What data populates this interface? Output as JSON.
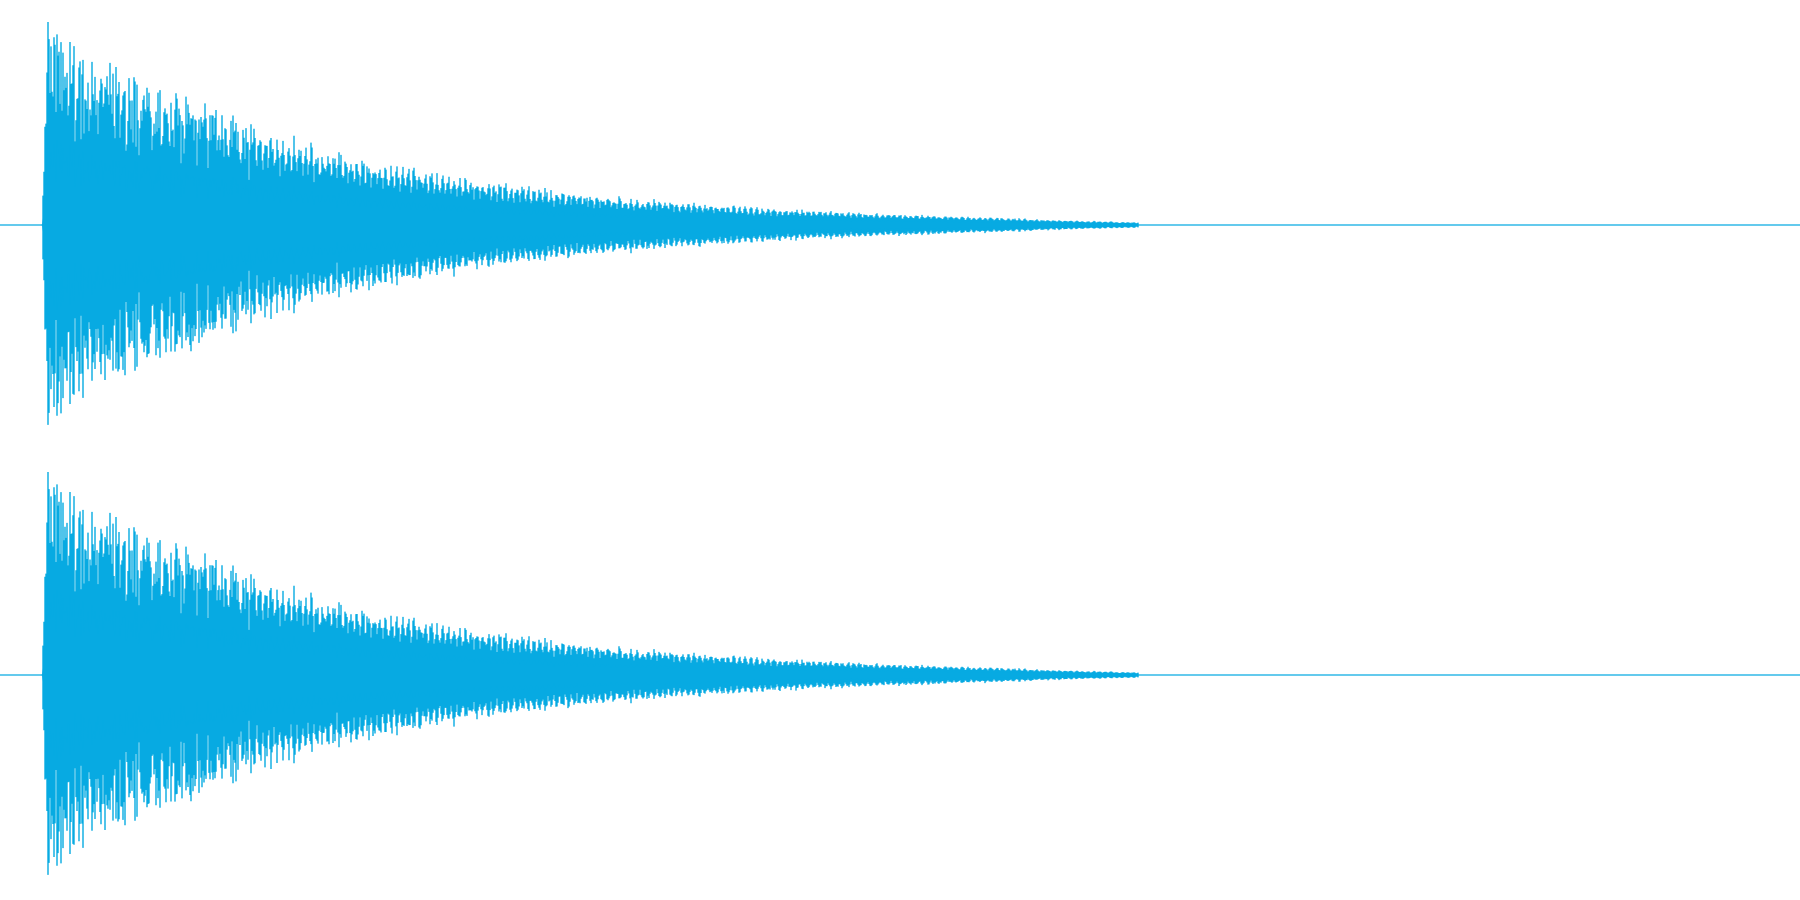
{
  "waveform": {
    "color": "#07aae2",
    "background": "#ffffff",
    "channels": [
      {
        "id": "channel-1"
      },
      {
        "id": "channel-2"
      }
    ],
    "envelope": {
      "attack_fraction": 0.02,
      "sound_end_fraction": 0.61,
      "peak_level": 0.98,
      "decay_shape": "exponential"
    }
  }
}
